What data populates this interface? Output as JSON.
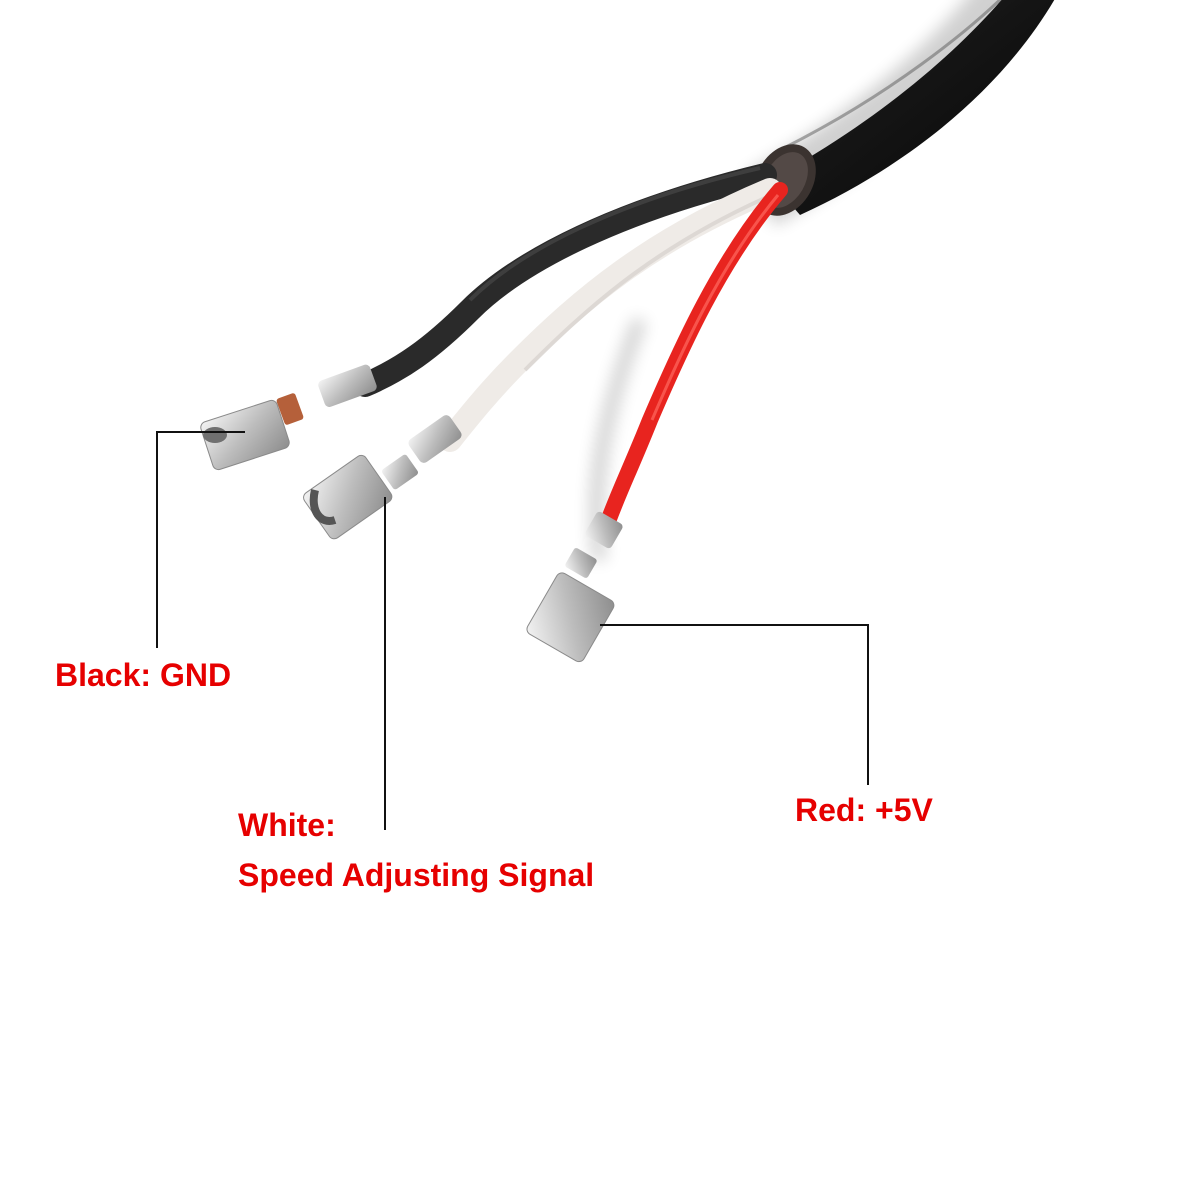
{
  "image": {
    "subject": "three-wire cable with crimp terminals",
    "background": "#ffffff"
  },
  "colors": {
    "label_text": "#e60000",
    "leader_line": "#111111",
    "sheath": "#151515",
    "wire_black": "#2a2a2a",
    "wire_white": "#efebe7",
    "wire_red": "#e8241f",
    "terminal_metal": "#c9c9c9"
  },
  "labels": {
    "black": {
      "text": "Black: GND"
    },
    "white": {
      "line1": "White:",
      "line2": "Speed Adjusting Signal"
    },
    "red": {
      "text": "Red: +5V"
    }
  }
}
